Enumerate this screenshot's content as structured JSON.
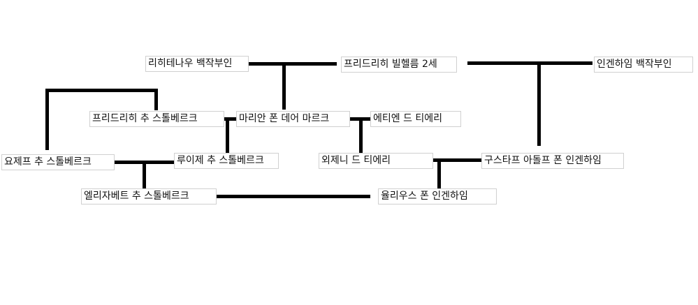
{
  "people": {
    "lichtenau": "리히테나우 백작부인",
    "fw2": "프리드리히 빌헬름 2세",
    "ingenheim_countess": "인겐하임 백작부인",
    "friedrich_stolberg": "프리드리히 추 스톨베르크",
    "marianne": "마리안 폰 데어 마르크",
    "etienne": "에티엔 드 티에리",
    "joseph_stolberg": "요제프 추 스톨베르크",
    "louise_stolberg": "루이제 추 스톨베르크",
    "eugenie": "외제니 드 티에리",
    "gustav_adolf": "구스타프 아돌프 폰 인겐하임",
    "elisabeth_stolberg": "엘리자베트 추 스톨베르크",
    "julius": "율리우스 폰 인겐하임"
  },
  "colors": {
    "line": "#000000",
    "box_border": "#d0d0d0",
    "text": "#111111",
    "background": "#ffffff"
  }
}
